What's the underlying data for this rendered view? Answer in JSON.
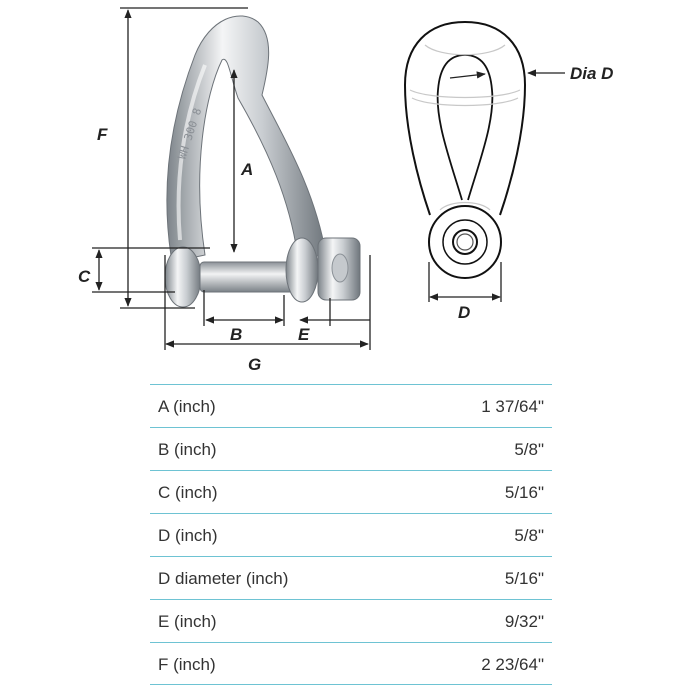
{
  "diagram": {
    "labels": {
      "A": "A",
      "B": "B",
      "C": "C",
      "D": "D",
      "E": "E",
      "F": "F",
      "G": "G",
      "dia_d": "Dia D"
    },
    "engraving": "WH 300 8"
  },
  "specs": [
    {
      "name": "A (inch)",
      "value": "1 37/64\""
    },
    {
      "name": "B (inch)",
      "value": "5/8\""
    },
    {
      "name": "C (inch)",
      "value": "5/16\""
    },
    {
      "name": "D (inch)",
      "value": "5/8\""
    },
    {
      "name": "D diameter (inch)",
      "value": "5/16\""
    },
    {
      "name": "E (inch)",
      "value": "9/32\""
    },
    {
      "name": "F (inch)",
      "value": "2 23/64\""
    }
  ],
  "colors": {
    "table_rule": "#6ec3d3",
    "steel_light": "#e6e8ea",
    "steel_dark": "#8c9298",
    "dimension_line": "#222222"
  }
}
